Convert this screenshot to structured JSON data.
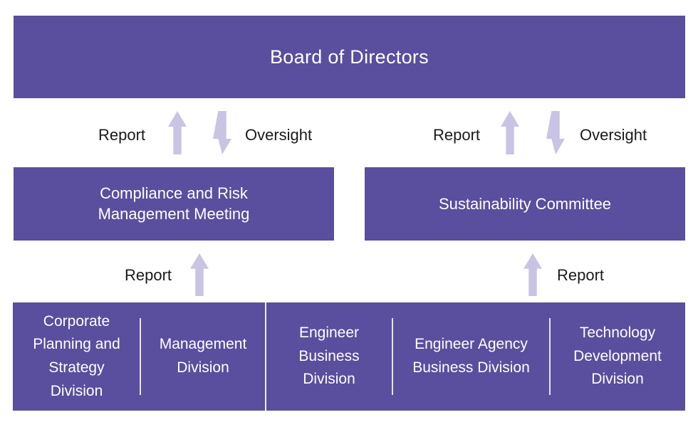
{
  "palette": {
    "box_purple": "#5a4e9e",
    "arrow_lavender": "#c9c4e4",
    "label_text": "#1a1a1a",
    "box_text": "#ffffff",
    "background": "#ffffff"
  },
  "board": {
    "label": "Board of Directors"
  },
  "flows": {
    "left_top": {
      "report": "Report",
      "oversight": "Oversight"
    },
    "right_top": {
      "report": "Report",
      "oversight": "Oversight"
    },
    "left_bottom": {
      "report": "Report"
    },
    "right_bottom": {
      "report": "Report"
    }
  },
  "committees": [
    {
      "label": "Compliance and Risk Management Meeting"
    },
    {
      "label": "Sustainability Committee"
    }
  ],
  "divisions": [
    {
      "label": "Corporate Planning and Strategy Division"
    },
    {
      "label": "Management Division"
    },
    {
      "label": "Engineer Business Division"
    },
    {
      "label": "Engineer Agency Business Division"
    },
    {
      "label": "Technology Development Division"
    }
  ]
}
